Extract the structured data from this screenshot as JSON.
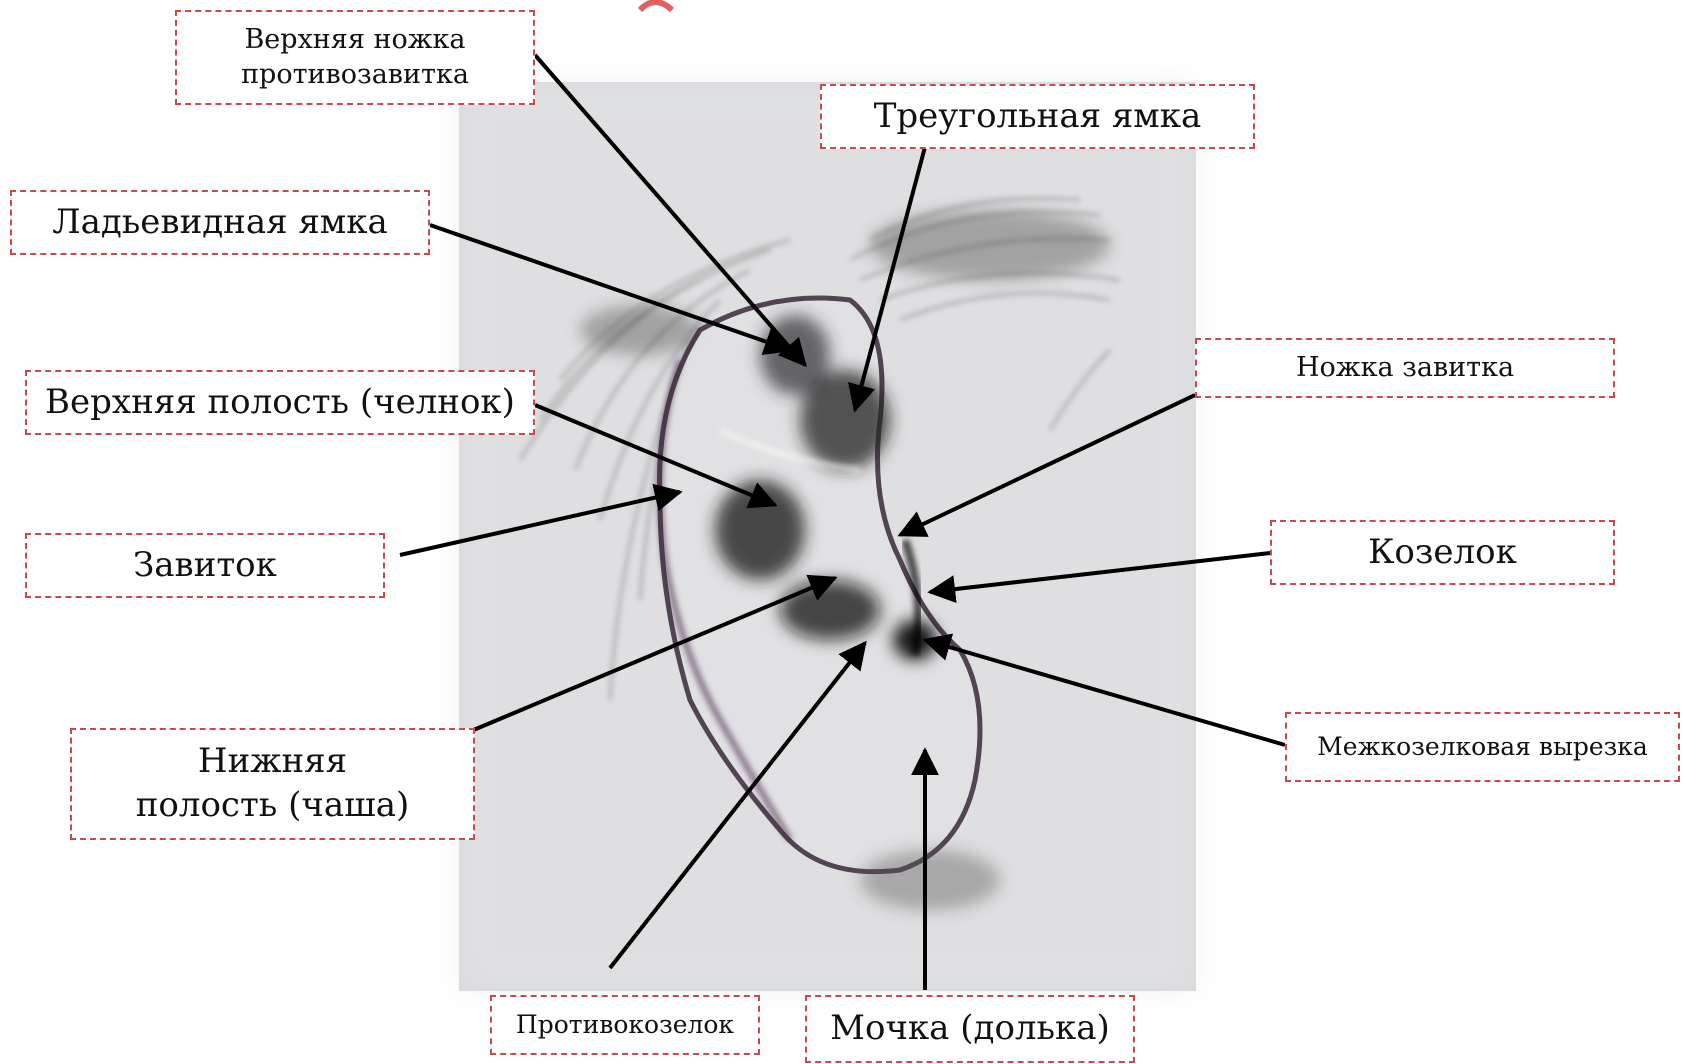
{
  "labels": {
    "superior_crus": "Верхняя ножка противозавитка",
    "triangular_fossa": "Треугольная ямка",
    "scaphoid_fossa": "Ладьевидная ямка",
    "cymba": "Верхняя полость (челнок)",
    "helix": "Завиток",
    "helix_crus": "Ножка завитка",
    "tragus": "Козелок",
    "cavum": "Нижняя полость (чаша)",
    "intertragic_notch": "Межкозелковая вырезка",
    "antitragus": "Противокозелок",
    "lobule": "Мочка (долька)"
  },
  "colors": {
    "frame_border": "#c94a4a",
    "arrow": "#000000",
    "photo_background": "#d9d9db"
  }
}
